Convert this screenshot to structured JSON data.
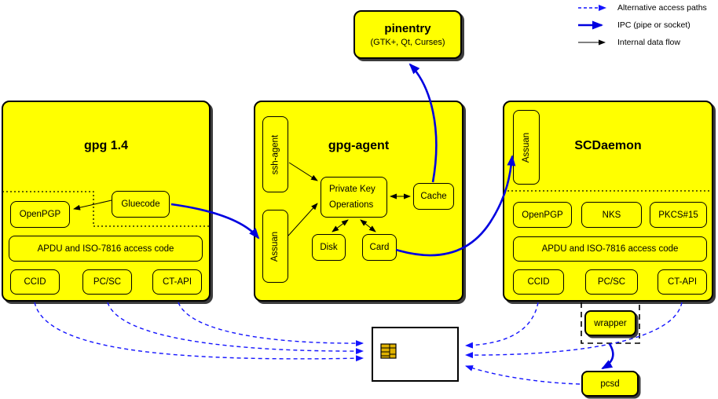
{
  "legend": {
    "alt_label": "Alternative access paths",
    "ipc_label": "IPC (pipe or socket)",
    "internal_label": "Internal data flow"
  },
  "pinentry": {
    "title": "pinentry",
    "subtitle": "(GTK+, Qt, Curses)"
  },
  "gpg14": {
    "title": "gpg 1.4",
    "openpgp": "OpenPGP",
    "gluecode": "Gluecode",
    "apdu": "APDU and ISO-7816 access code",
    "ccid": "CCID",
    "pcsc": "PC/SC",
    "ctapi": "CT-API"
  },
  "gpg_agent": {
    "title": "gpg-agent",
    "ssh_agent": "ssh-agent",
    "assuan": "Assuan",
    "pko_line1": "Private Key",
    "pko_line2": "Operations",
    "cache": "Cache",
    "disk": "Disk",
    "card": "Card"
  },
  "scdaemon": {
    "title": "SCDaemon",
    "assuan": "Assuan",
    "openpgp": "OpenPGP",
    "nks": "NKS",
    "pkcs15": "PKCS#15",
    "apdu": "APDU and ISO-7816 access code",
    "ccid": "CCID",
    "pcsc": "PC/SC",
    "ctapi": "CT-API",
    "wrapper": "wrapper"
  },
  "pcsd": {
    "label": "pcsd"
  },
  "colors": {
    "node_fill": "#ffff00",
    "ipc_blue": "#0000e0",
    "alt_blue": "#1414ff",
    "line_black": "#000000"
  }
}
